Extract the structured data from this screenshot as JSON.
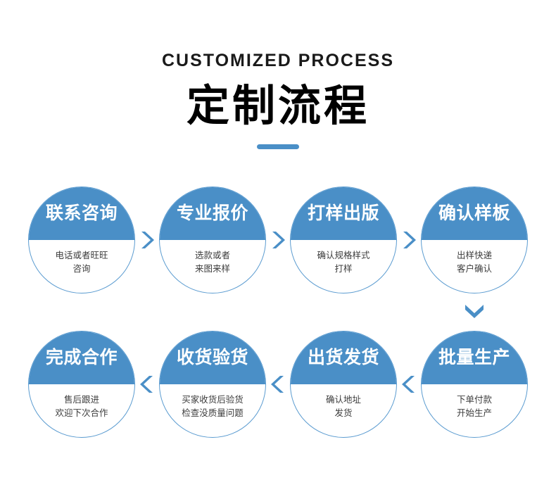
{
  "header": {
    "eyebrow": "CUSTOMIZED PROCESS",
    "headline": "定制流程",
    "rule_color": "#4a8fc7"
  },
  "theme": {
    "accent": "#4a8fc7",
    "ring": "#5a9bd0",
    "title_text": "#ffffff",
    "desc_text": "#3c3c3c",
    "background": "#ffffff"
  },
  "flow": {
    "row1_direction": "left-to-right",
    "row2_direction": "right-to-left",
    "connector_icon_row1": "chevron-right-icon",
    "connector_icon_row2": "chevron-left-icon",
    "connector_icon_rows": "chevron-down-icon",
    "row1": [
      {
        "title": "联系咨询",
        "line1": "电话或者旺旺",
        "line2": "咨询"
      },
      {
        "title": "专业报价",
        "line1": "选款或者",
        "line2": "来图来样"
      },
      {
        "title": "打样出版",
        "line1": "确认规格样式",
        "line2": "打样"
      },
      {
        "title": "确认样板",
        "line1": "出样快递",
        "line2": "客户确认"
      }
    ],
    "row2": [
      {
        "title": "完成合作",
        "line1": "售后跟进",
        "line2": "欢迎下次合作"
      },
      {
        "title": "收货验货",
        "line1": "买家收货后验货",
        "line2": "检查没质量问题"
      },
      {
        "title": "出货发货",
        "line1": "确认地址",
        "line2": "发货"
      },
      {
        "title": "批量生产",
        "line1": "下单付款",
        "line2": "开始生产"
      }
    ]
  }
}
